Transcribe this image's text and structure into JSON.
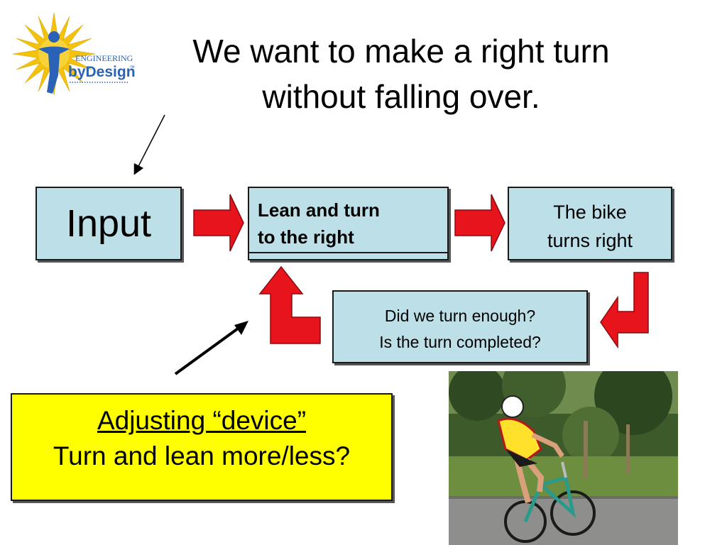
{
  "logo": {
    "top_text": "ENGINEERING",
    "brand_text": "byDesign",
    "tm": "™"
  },
  "title": {
    "line1": "We want to make a right turn",
    "line2": "without falling over."
  },
  "input_box": {
    "label": "Input"
  },
  "process_box": {
    "line1": "Lean and turn",
    "line2": "to the right"
  },
  "output_box": {
    "line1": "The bike",
    "line2": "turns right"
  },
  "feedback_box": {
    "line1": "Did we turn enough?",
    "line2": "Is the turn completed?"
  },
  "adjust_box": {
    "line1": "Adjusting “device”",
    "line2": "Turn and lean more/less?"
  },
  "colors": {
    "box_fill": "#bde0e8",
    "arrow_red": "#e8141c",
    "adjust_fill": "#ffff00"
  },
  "photo": {
    "icon": "cyclist-photo"
  }
}
